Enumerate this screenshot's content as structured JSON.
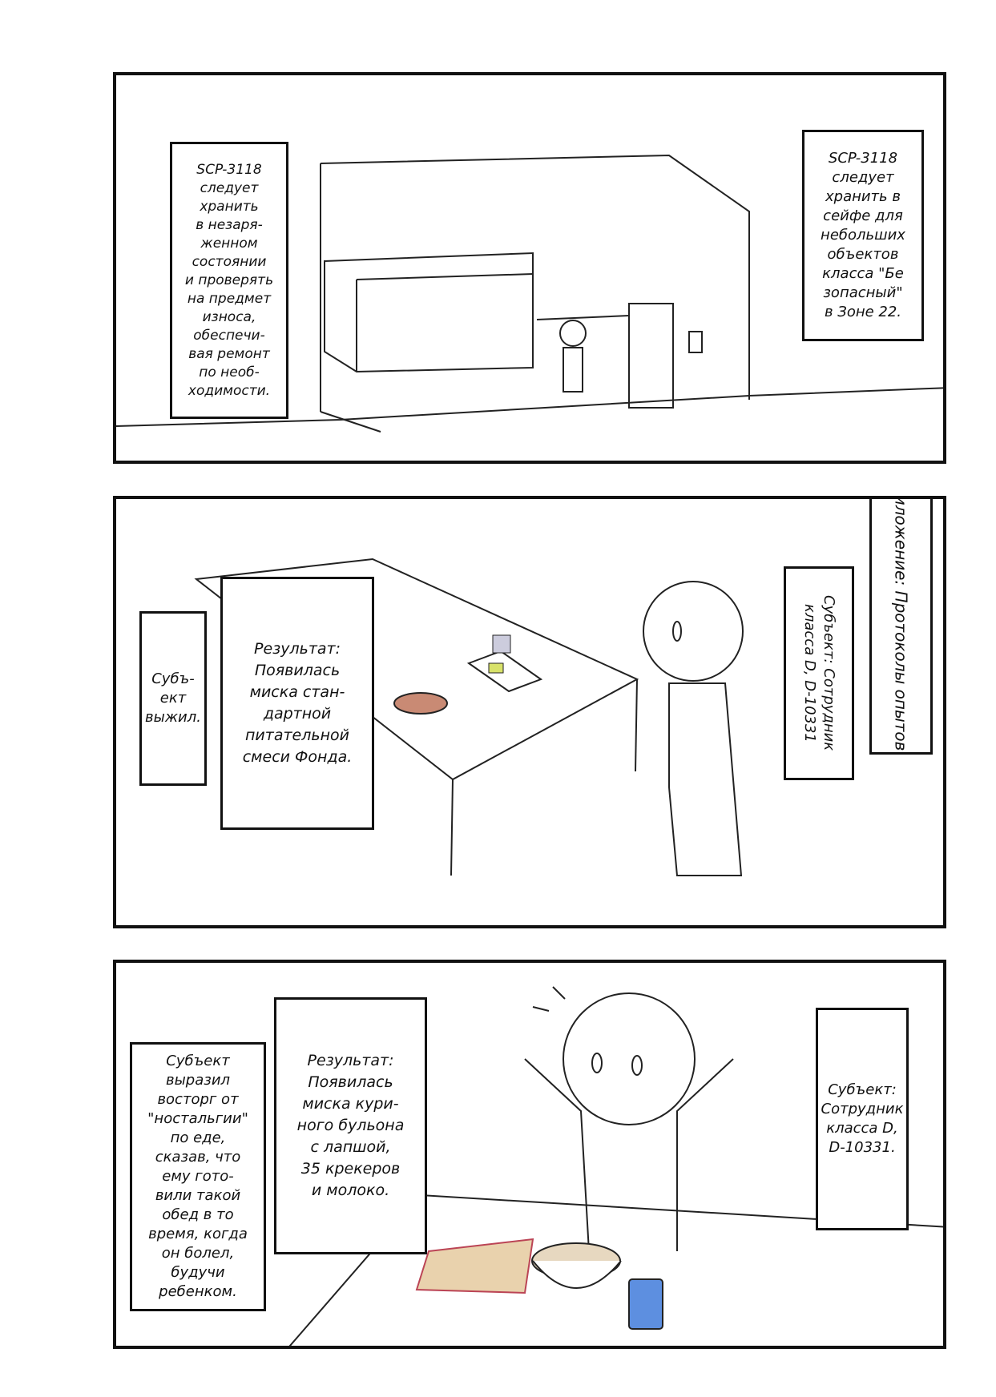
{
  "panel1": {
    "left_caption": "SCP-3118\nследует\nхранить\nв незаря-\nженном\nсостоянии\nи проверять\nна предмет\nизноса,\nобеспечи-\nвая ремонт\nпо необ-\nходимости.",
    "right_caption": "SCP-3118\nследует\nхранить в\nсейфе для\nнебольших\nобъектов\nкласса \"Бе\nзопасный\"\nв Зоне 22."
  },
  "panel2": {
    "appendix_title": "Приложение: Протоколы опытов",
    "subject_caption": "Субъект: Сотрудник класса D, D-10331",
    "survived_caption": "Субъ-\nект\nвыжил.",
    "result_caption": "Результат:\nПоявилась\nмиска стан-\nдартной\nпитательной\nсмеси Фонда."
  },
  "panel3": {
    "reaction_caption": "Субъект\nвыразил\nвосторг от\n\"ностальгии\"\nпо еде,\nсказав, что\nему гото-\nвили такой\nобед в то\nвремя, когда\nон болел,\nбудучи\nребенком.",
    "result_caption": "Результат:\nПоявилась\nмиска кури-\nного бульона\nс лапшой,\n35 крекеров\nи молоко.",
    "subject_caption": "Субъект:\nСотрудник\nкласса D,\nD-10331."
  }
}
